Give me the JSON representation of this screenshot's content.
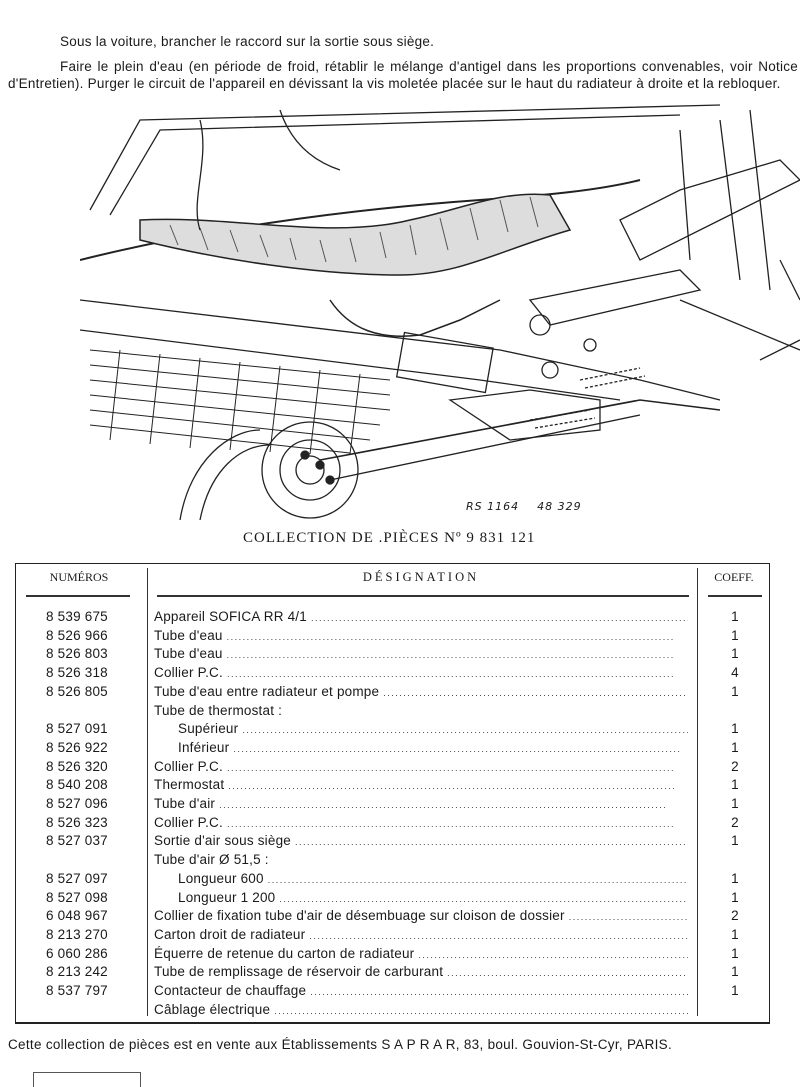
{
  "intro": {
    "p1": "Sous la voiture, brancher le raccord sur la sortie sous siège.",
    "p2": "Faire le plein d'eau (en période de froid, rétablir le mélange d'antigel dans les proportions convenables, voir Notice d'Entretien). Purger le circuit de l'appareil en dévissant la vis moletée placée sur le haut du radiateur à droite et la rebloquer."
  },
  "figure": {
    "ref1": "RS 1164",
    "ref2": "48 329"
  },
  "collection_title": "COLLECTION DE .PIÈCES Nº 9 831 121",
  "table": {
    "headers": {
      "numeros": "NUMÉROS",
      "designation": "DÉSIGNATION",
      "coeff": "COEFF."
    },
    "rows": [
      {
        "num": "8 539 675",
        "des": "Appareil SOFICA RR 4/1",
        "coeff": "1"
      },
      {
        "num": "8 526 966",
        "des": "Tube d'eau",
        "coeff": "1"
      },
      {
        "num": "8 526 803",
        "des": "Tube d'eau",
        "coeff": "1"
      },
      {
        "num": "8 526 318",
        "des": "Collier P.C.",
        "coeff": "4"
      },
      {
        "num": "8 526 805",
        "des": "Tube d'eau entre radiateur et pompe",
        "coeff": "1"
      },
      {
        "num": "",
        "des": "Tube de thermostat :",
        "coeff": ""
      },
      {
        "num": "8 527 091",
        "des": "Supérieur",
        "coeff": "1"
      },
      {
        "num": "8 526 922",
        "des": "Inférieur",
        "coeff": "1"
      },
      {
        "num": "8 526 320",
        "des": "Collier P.C.",
        "coeff": "2"
      },
      {
        "num": "8 540 208",
        "des": "Thermostat",
        "coeff": "1"
      },
      {
        "num": "8 527 096",
        "des": "Tube d'air",
        "coeff": "1"
      },
      {
        "num": "8 526 323",
        "des": "Collier P.C.",
        "coeff": "2"
      },
      {
        "num": "8 527 037",
        "des": "Sortie d'air sous siège",
        "coeff": "1"
      },
      {
        "num": "",
        "des": "Tube d'air Ø 51,5 :",
        "coeff": ""
      },
      {
        "num": "8 527 097",
        "des": "Longueur 600",
        "coeff": "1"
      },
      {
        "num": "8 527 098",
        "des": "Longueur 1 200",
        "coeff": "1"
      },
      {
        "num": "6 048 967",
        "des": "Collier de fixation tube d'air de désembuage sur cloison de dossier",
        "coeff": "2"
      },
      {
        "num": "8 213 270",
        "des": "Carton droit de radiateur",
        "coeff": "1"
      },
      {
        "num": "6 060 286",
        "des": "Équerre de retenue du carton de radiateur",
        "coeff": "1"
      },
      {
        "num": "8 213 242",
        "des": "Tube de remplissage de réservoir de carburant",
        "coeff": "1"
      },
      {
        "num": "8 537 797",
        "des": "Contacteur de chauffage",
        "coeff": "1"
      },
      {
        "num": "",
        "des": "Câblage électrique",
        "coeff": ""
      }
    ]
  },
  "footer": "Cette collection de pièces est en vente aux Établissements S A P R A R, 83, boul. Gouvion-St-Cyr, PARIS."
}
